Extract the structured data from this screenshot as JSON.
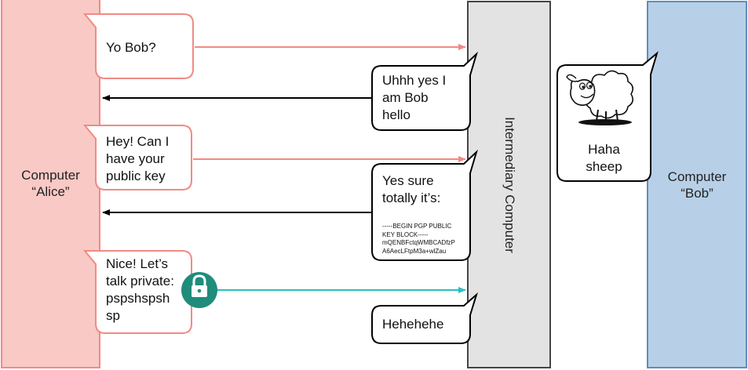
{
  "columns": {
    "alice": "Computer\n“Alice”",
    "intermediary": "Intermediary Computer",
    "bob": "Computer\n“Bob”"
  },
  "messages": [
    {
      "id": "yo-bob",
      "text": "Yo Bob?"
    },
    {
      "id": "uhhh-yes",
      "text": "Uhhh yes I\nam Bob\nhello"
    },
    {
      "id": "hey-can-i",
      "text": "Hey! Can I\nhave your\npublic key"
    },
    {
      "id": "yes-sure",
      "text": "Yes sure\ntotally it’s:"
    },
    {
      "id": "nice-lets",
      "text": "Nice! Let’s\ntalk private:\npspshspsh\nsp"
    },
    {
      "id": "hehehe",
      "text": "Hehehehe"
    },
    {
      "id": "haha-sheep",
      "text": "Haha\nsheep"
    }
  ],
  "pgp_key": "-----BEGIN PGP PUBLIC\nKEY BLOCK-----\nmQENBFctqWMBCADfzP\nA6AecLFtpM3a+wlZau",
  "icons": {
    "lock": "lock-icon",
    "sheep": "sheep-icon"
  },
  "colors": {
    "alice_fill": "#f9c9c6",
    "alice_stroke": "#f08a84",
    "intermediary_fill": "#e3e3e3",
    "intermediary_stroke": "#444444",
    "bob_fill": "#b8d0e7",
    "bob_stroke": "#5b8ec1",
    "arrow_to_intermediary": "#f08a84",
    "arrow_to_alice": "#000000",
    "encrypted_arrow": "#2bbfbf",
    "lock_badge": "#1f8c7c"
  }
}
